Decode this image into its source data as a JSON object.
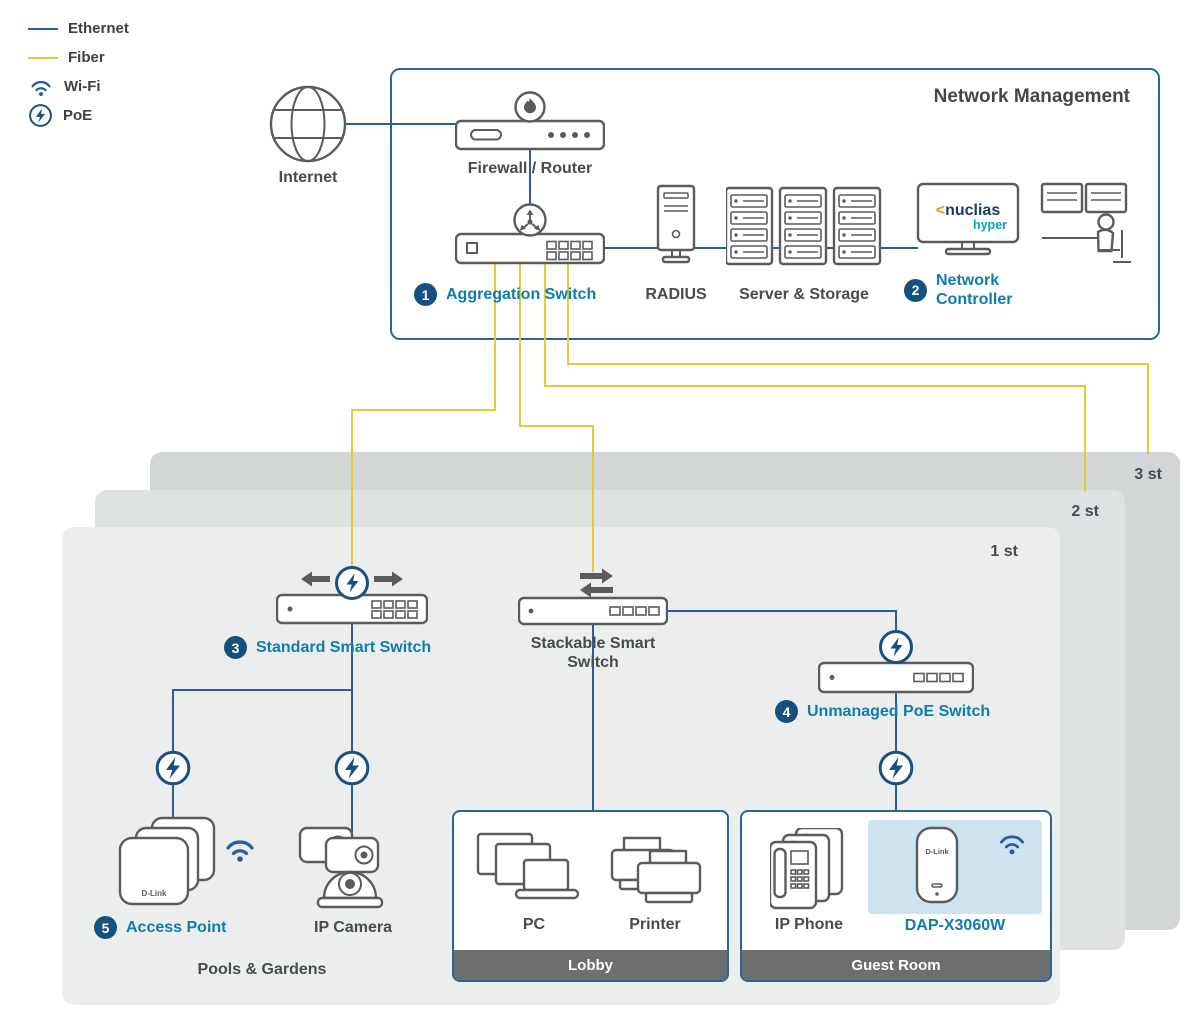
{
  "colors": {
    "ethernet": "#2a5d9f",
    "fiber": "#e4c83f",
    "accent_label": "#0f7cae",
    "badge_bg": "#15517e",
    "poe_icon": "#1b4f80",
    "device_outline": "#595b5e",
    "box_border": "#2c6698",
    "room_bar_bg": "#6d6e70",
    "dap_highlight_bg": "#cde3f0",
    "floor1_bg": "#eceeee",
    "floor2_bg": "#dfe2e3",
    "floor3_bg": "#d3d6d7"
  },
  "legend": {
    "ethernet": "Ethernet",
    "fiber": "Fiber",
    "wifi": "Wi-Fi",
    "poe": "PoE"
  },
  "management": {
    "title": "Network Management",
    "internet_label": "Internet",
    "firewall_label": "Firewall / Router",
    "aggregation": {
      "badge": "1",
      "label": "Aggregation Switch"
    },
    "radius_label": "RADIUS",
    "server_storage_label": "Server & Storage",
    "controller": {
      "badge": "2",
      "line1": "Network",
      "line2": "Controller"
    },
    "nuclias": {
      "chevron": "<",
      "brand": "nuclias",
      "sub": "hyper"
    }
  },
  "floors": {
    "floor3_label": "3 st",
    "floor2_label": "2 st",
    "floor1_label": "1 st"
  },
  "floor1": {
    "standard_switch": {
      "badge": "3",
      "label": "Standard Smart Switch"
    },
    "stackable_switch_label": "Stackable Smart Switch",
    "unmanaged_switch": {
      "badge": "4",
      "label": "Unmanaged PoE Switch"
    },
    "access_point": {
      "badge": "5",
      "label": "Access Point"
    },
    "ip_camera_label": "IP Camera",
    "area_label": "Pools & Gardens",
    "lobby": {
      "title": "Lobby",
      "pc_label": "PC",
      "printer_label": "Printer"
    },
    "guest_room": {
      "title": "Guest Room",
      "ip_phone_label": "IP Phone",
      "dap_label": "DAP-X3060W"
    }
  },
  "brand": "D-Link",
  "icons": [
    "ethernet-line",
    "fiber-line",
    "wifi-icon",
    "poe-icon",
    "globe-icon",
    "flame-icon",
    "share-icon",
    "switch-icon",
    "server-icon",
    "monitor-icon",
    "operator-icon",
    "access-point-icon",
    "camera-icon",
    "pc-icon",
    "printer-icon",
    "phone-icon"
  ]
}
